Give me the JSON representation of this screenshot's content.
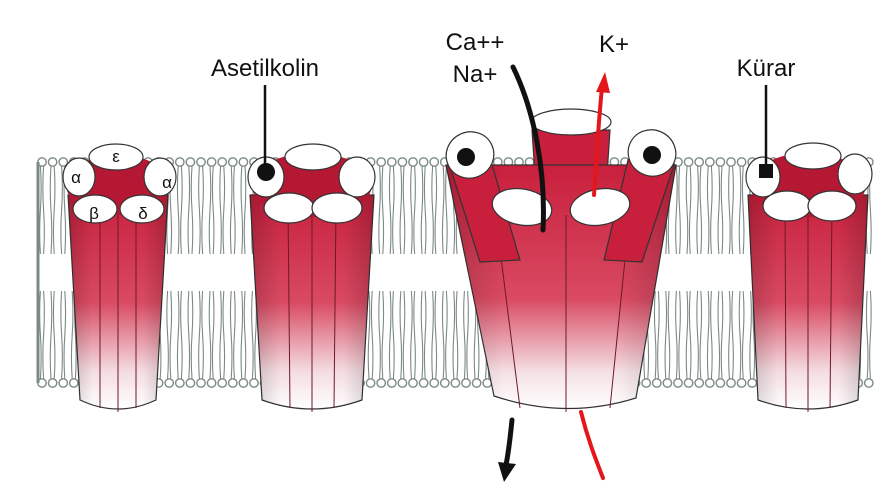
{
  "labels": {
    "acetylcholine": "Asetilkolin",
    "curare": "Kürar",
    "calcium": "Ca++",
    "sodium": "Na+",
    "potassium": "K+"
  },
  "subunits": {
    "epsilon": "ε",
    "alpha_left": "α",
    "alpha_right": "α",
    "beta": "β",
    "delta": "δ"
  },
  "colors": {
    "channel_red": "#d42a45",
    "channel_dark_red": "#b81a35",
    "membrane_gray": "#7c8a86",
    "ion_arrow_black": "#111111",
    "ion_arrow_red": "#e4161c"
  }
}
